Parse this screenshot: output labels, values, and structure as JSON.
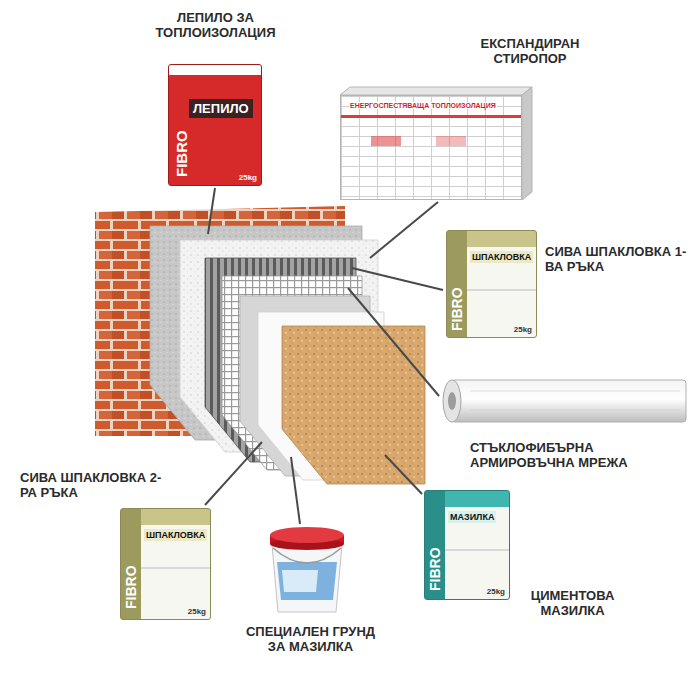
{
  "diagram": {
    "nodes": [
      {
        "text": [
          "ЛЕПИЛО",
          "FIBRO",
          "25kg"
        ]
      },
      {
        "text": [
          "ЕНЕРГОСПЕСТЯВАЩА ТОПЛОИЗОЛАЦИЯ"
        ]
      },
      {
        "text": [
          "ШПАКЛОВКА",
          "FIBRO",
          "25kg"
        ]
      },
      {
        "text": [
          "МАЗИЛКА",
          "FIBRO",
          "25kg"
        ]
      },
      {
        "text": [
          "ШПАКЛОВКА",
          "FIBRO",
          "25kg"
        ]
      }
    ],
    "labels": [
      "ЛЕПИЛО ЗА ТОПЛОИЗОЛАЦИЯ",
      "ЕКСПАНДИРАН СТИРОПОР",
      "СИВА ШПАКЛОВКА 1-ВА РЪКА",
      "СТЪКЛОФИБЪРНА АРМИРОВЪЧНА МРЕЖА",
      "СИВА ШПАКЛОВКА 2-РА РЪКА",
      "ЦИМЕНТОВА МАЗИЛКА",
      "СПЕЦИАЛЕН ГРУНД ЗА МАЗИЛКА"
    ]
  }
}
